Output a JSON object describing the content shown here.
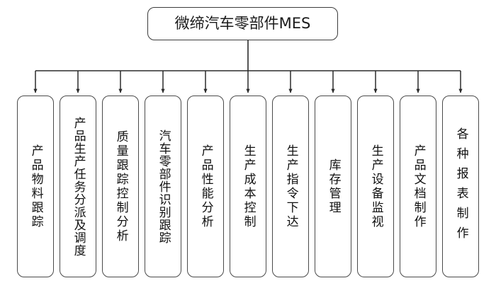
{
  "diagram": {
    "type": "organization-tree",
    "title": "微缔汽车零部件MES",
    "root": {
      "label": "微缔汽车零部件MES"
    },
    "colors": {
      "background": "#ffffff",
      "node_fill": "#ffffff",
      "node_border": "#4a4a4a",
      "root_border": "#3c3c3c",
      "connector": "#2b2b2b",
      "text": "#111111"
    },
    "leaves": [
      {
        "label": "产品物料跟踪",
        "chars": 6,
        "spacing": "normal"
      },
      {
        "label": "产品生产任务分派及调度",
        "chars": 11,
        "spacing": "tight"
      },
      {
        "label": "质量跟踪控制分析",
        "chars": 8,
        "spacing": "normal"
      },
      {
        "label": "汽车零部件识别跟踪",
        "chars": 9,
        "spacing": "tight"
      },
      {
        "label": "产品性能分析",
        "chars": 6,
        "spacing": "normal"
      },
      {
        "label": "生产成本控制",
        "chars": 6,
        "spacing": "normal"
      },
      {
        "label": "生产指令下达",
        "chars": 6,
        "spacing": "normal"
      },
      {
        "label": "库存管理",
        "chars": 4,
        "spacing": "normal"
      },
      {
        "label": "生产设备监视",
        "chars": 6,
        "spacing": "normal"
      },
      {
        "label": "产品文档制作",
        "chars": 6,
        "spacing": "normal"
      },
      {
        "label": "各种报表制作",
        "chars": 6,
        "spacing": "wide"
      }
    ]
  }
}
